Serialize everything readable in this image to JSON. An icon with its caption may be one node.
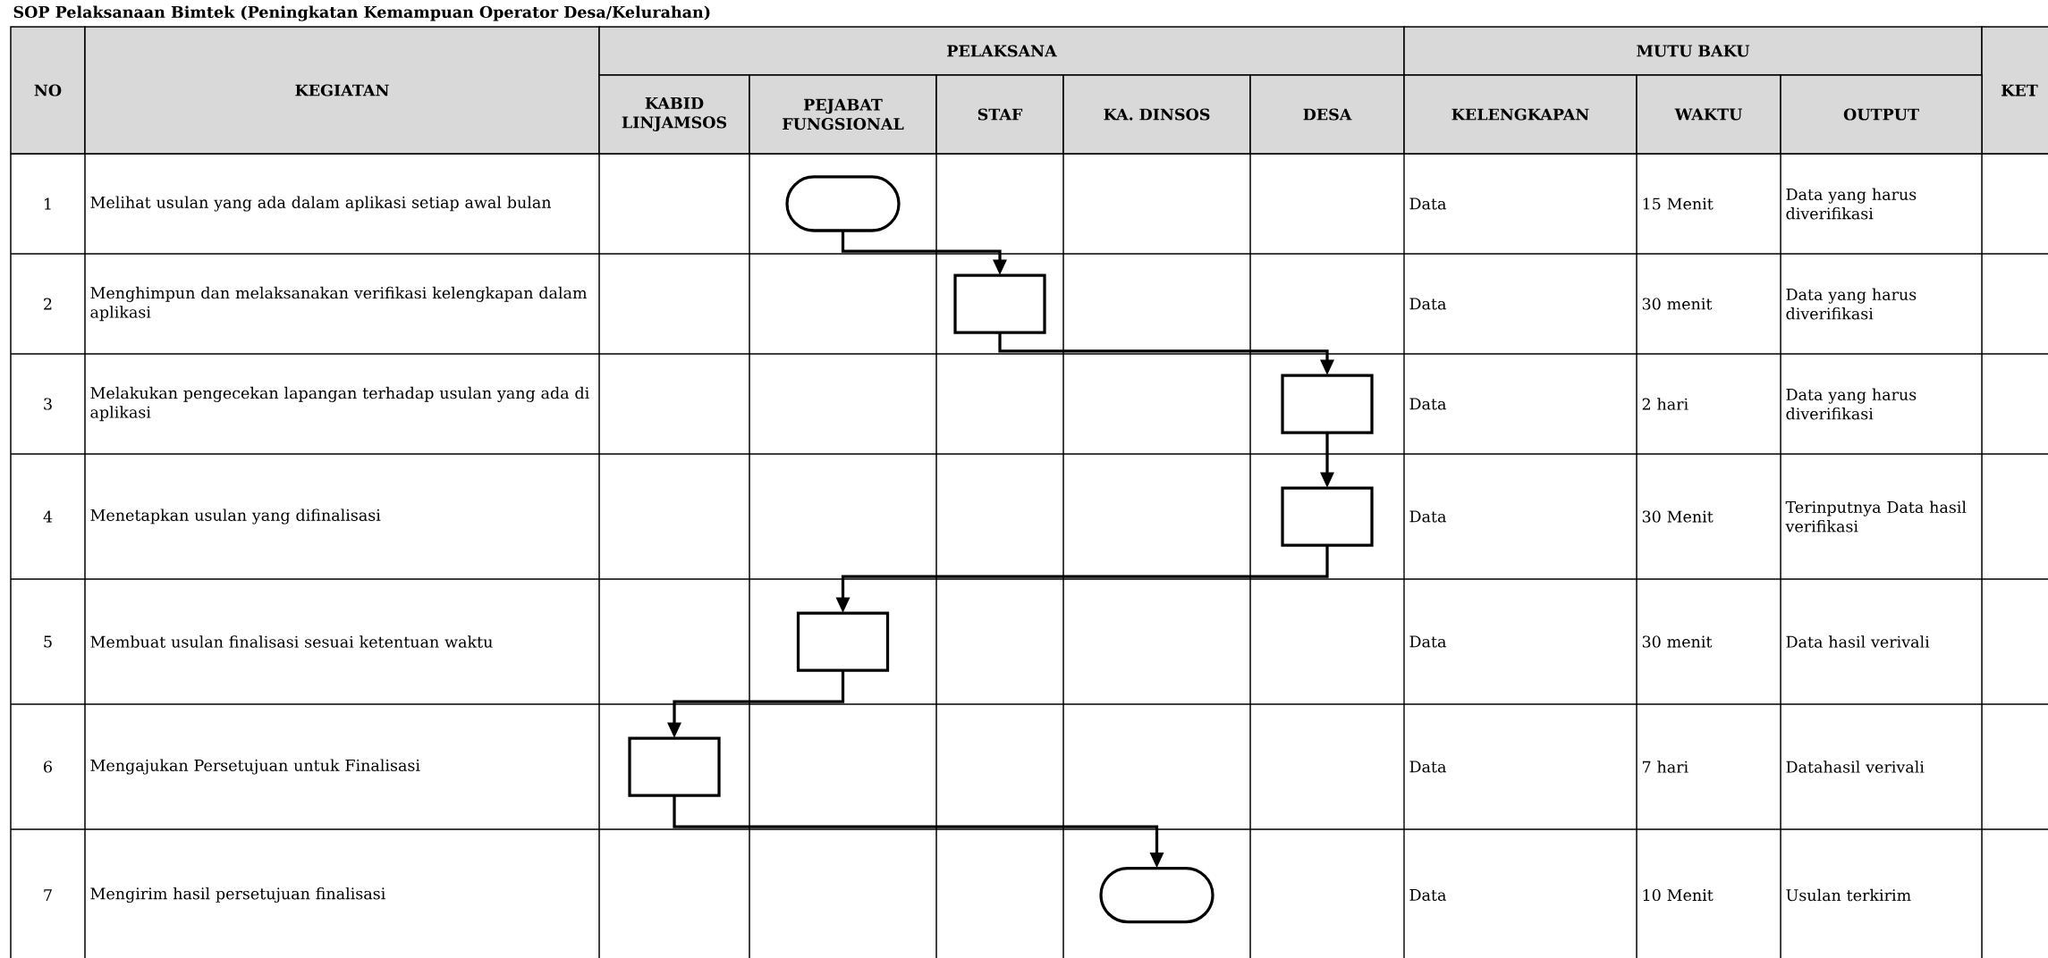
{
  "diagram": {
    "title": "SOP Pelaksanaan Bimtek (Peningkatan Kemampuan Operator Desa/Kelurahan)",
    "nodes": [
      {
        "text": [],
        "shape": "oval"
      },
      {
        "text": [],
        "shape": "box"
      },
      {
        "text": [],
        "shape": "box"
      },
      {
        "text": [],
        "shape": "box"
      },
      {
        "text": [],
        "shape": "box"
      },
      {
        "text": [],
        "shape": "box"
      },
      {
        "text": [],
        "shape": "oval"
      }
    ],
    "edges": [
      {
        "from": 0,
        "to": 1,
        "arrow": "to"
      },
      {
        "from": 1,
        "to": 2,
        "arrow": "to"
      },
      {
        "from": 2,
        "to": 3,
        "arrow": "to"
      },
      {
        "from": 3,
        "to": 4,
        "arrow": "to"
      },
      {
        "from": 4,
        "to": 5,
        "arrow": "to"
      },
      {
        "from": 5,
        "to": 6,
        "arrow": "to"
      }
    ],
    "labels": [
      "NO",
      "KEGIATAN",
      "PELAKSANA",
      "MUTU BAKU",
      "KET",
      "KABID LINJAMSOS",
      "PEJABAT FUNGSIONAL",
      "STAF",
      "KA. DINSOS",
      "DESA",
      "KELENGKAPAN",
      "WAKTU",
      "OUTPUT",
      "1",
      "Melihat usulan yang ada dalam aplikasi setiap awal bulan",
      "Data",
      "15 Menit",
      "Data yang harus diverifikasi",
      "2",
      "Menghimpun dan melaksanakan verifikasi kelengkapan dalam aplikasi",
      "Data",
      "30 menit",
      "Data yang harus diverifikasi",
      "3",
      "Melakukan pengecekan lapangan terhadap usulan yang ada di aplikasi",
      "Data",
      "2 hari",
      "Data yang harus diverifikasi",
      "4",
      "Menetapkan usulan yang difinalisasi",
      "Data",
      "30 Menit",
      "Terinputnya Data hasil verifikasi",
      "5",
      "Membuat usulan finalisasi sesuai ketentuan waktu",
      "Data",
      "30 menit",
      "Data hasil verivali",
      "6",
      "Mengajukan Persetujuan untuk Finalisasi",
      "Data",
      "7 hari",
      "Datahasil verivali",
      "7",
      "Mengirim hasil persetujuan finalisasi",
      "Data",
      "10 Menit",
      "Usulan terkirim"
    ]
  }
}
